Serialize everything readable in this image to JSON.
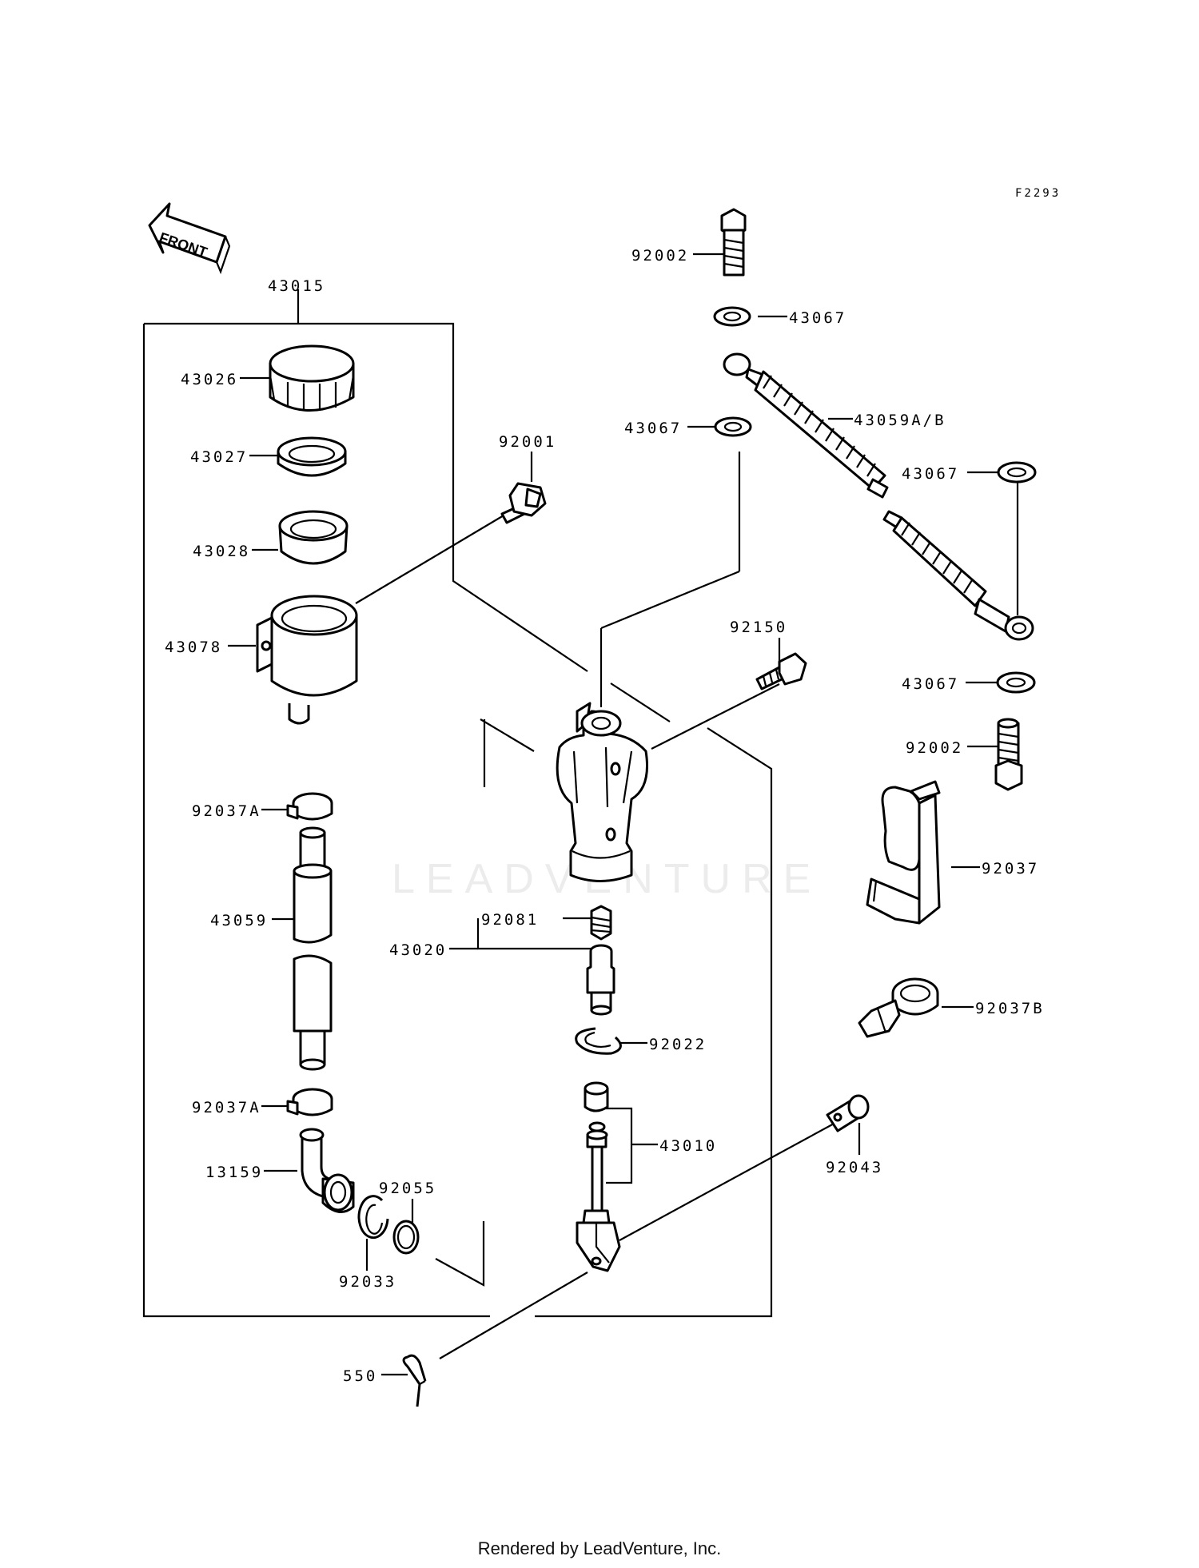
{
  "diagram": {
    "code": "F2293",
    "front_label": "FRONT",
    "watermark": "LEADVENTURE",
    "parts": {
      "p43015": "43015",
      "p43026": "43026",
      "p43027": "43027",
      "p43028": "43028",
      "p43078": "43078",
      "p92037a_top": "92037A",
      "p43059": "43059",
      "p92037a_bot": "92037A",
      "p13159": "13159",
      "p92055": "92055",
      "p92033": "92033",
      "p92001": "92001",
      "p92002_top": "92002",
      "p43067_1": "43067",
      "p43059ab": "43059A/B",
      "p43067_2": "43067",
      "p43067_3": "43067",
      "p92150": "92150",
      "p43067_4": "43067",
      "p92002_bot": "92002",
      "p92037": "92037",
      "p92037b": "92037B",
      "p92081": "92081",
      "p43020": "43020",
      "p92022": "92022",
      "p43010": "43010",
      "p92043": "92043",
      "p550": "550"
    }
  },
  "footer": {
    "text": "Rendered by LeadVenture, Inc."
  }
}
